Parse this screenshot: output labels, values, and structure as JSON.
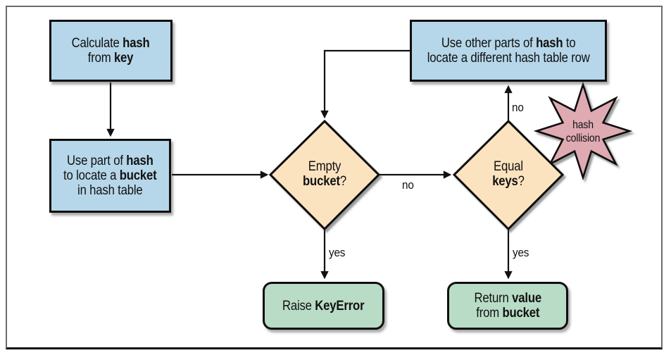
{
  "figure": {
    "description": "Flowchart of retrieving an item from a hash table"
  },
  "nodes": {
    "calc": {
      "l1_pre": "Calculate ",
      "l1_bold": "hash",
      "l2_pre": "from ",
      "l2_bold": "key"
    },
    "locate": {
      "l1_pre": "Use part of ",
      "l1_bold": "hash",
      "l2_pre": "to locate a ",
      "l2_bold": "bucket",
      "l3": "in hash table"
    },
    "rehash": {
      "l1_pre": "Use other parts of ",
      "l1_bold": "hash",
      "l1_post": " to",
      "l2": "locate a different hash table row"
    },
    "empty": {
      "l1": "Empty",
      "l2_bold": "bucket",
      "l2_post": "?"
    },
    "equal": {
      "l1": "Equal",
      "l2_bold": "keys",
      "l2_post": "?"
    },
    "raise": {
      "l1_pre": "Raise ",
      "l1_bold": "KeyError"
    },
    "return": {
      "l1_pre": "Return ",
      "l1_bold": "value",
      "l2_pre": "from ",
      "l2_bold": "bucket"
    },
    "collision": {
      "l1": "hash",
      "l2": "collision"
    }
  },
  "edge_labels": {
    "empty_yes": "yes",
    "empty_no": "no",
    "equal_yes": "yes",
    "equal_no": "no"
  },
  "colors": {
    "process": "#b6d7e9",
    "decision": "#fce3c0",
    "terminal": "#b9dcc6",
    "burst": "#dfaab1",
    "line": "#111111"
  }
}
